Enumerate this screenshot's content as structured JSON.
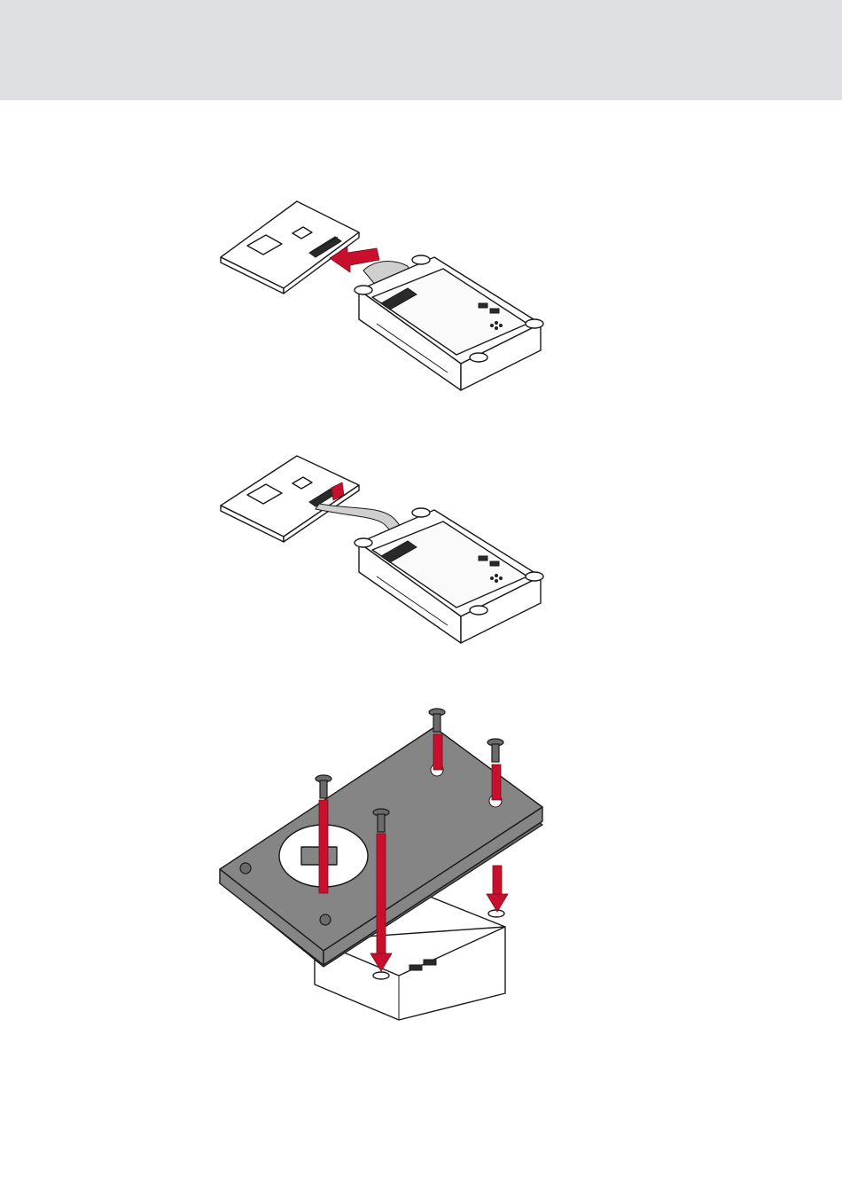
{
  "page": {
    "header_color": "#dfe0e3",
    "accent_color": "#c8102e"
  },
  "figures": [
    {
      "id": "fig-1",
      "icon": "connect-ribbon-cable-illustration"
    },
    {
      "id": "fig-2",
      "icon": "cable-connected-illustration"
    },
    {
      "id": "fig-3",
      "icon": "mount-cover-with-screws-illustration"
    }
  ]
}
